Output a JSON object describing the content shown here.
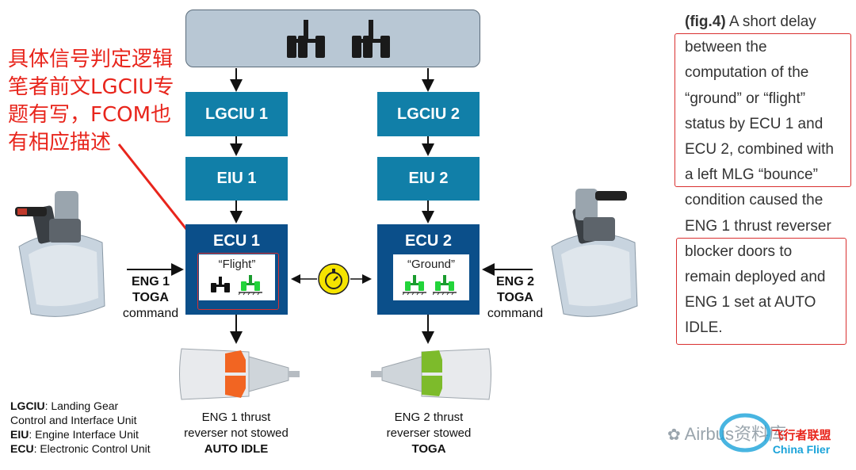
{
  "diagram": {
    "lgciu1": "LGCIU 1",
    "lgciu2": "LGCIU 2",
    "eiu1": "EIU 1",
    "eiu2": "EIU 2",
    "ecu1": {
      "title": "ECU 1",
      "status": "“Flight”"
    },
    "ecu2": {
      "title": "ECU 2",
      "status": "“Ground”"
    },
    "eng1_cmd": {
      "line1": "ENG 1",
      "line2": "TOGA",
      "line3": "command"
    },
    "eng2_cmd": {
      "line1": "ENG 2",
      "line2": "TOGA",
      "line3": "command"
    },
    "eng1_result": {
      "line1": "ENG 1 thrust",
      "line2": "reverser not stowed",
      "line3": "AUTO IDLE"
    },
    "eng2_result": {
      "line1": "ENG 2 thrust",
      "line2": "reverser stowed",
      "line3": "TOGA"
    },
    "legend": [
      {
        "abbr": "LGCIU",
        "desc": ": Landing Gear"
      },
      {
        "abbr": "",
        "desc": "Control and Interface Unit"
      },
      {
        "abbr": "EIU",
        "desc": ": Engine Interface Unit"
      },
      {
        "abbr": "ECU",
        "desc": ": Electronic Control Unit"
      }
    ]
  },
  "annotation_cn": [
    "具体信号判定逻辑",
    "笔者前文LGCIU专",
    "题有写，FCOM也",
    "有相应描述"
  ],
  "caption": {
    "label": "(fig.4)",
    "lines": [
      " A short delay",
      "between the",
      "computation of the",
      "“ground” or “flight”",
      "status by ECU 1 and",
      "ECU 2, combined with",
      "a left MLG “bounce”",
      "condition caused the",
      "ENG 1 thrust reverser",
      "blocker doors to",
      "remain deployed and",
      "ENG 1 set at AUTO",
      "IDLE."
    ]
  },
  "watermark": {
    "left": "Airbus资料库",
    "right_cn": "飞行者联盟",
    "right_en": "China Flier"
  },
  "colors": {
    "teal": "#117fa8",
    "navy": "#0b4f8a",
    "annotation": "#e8251c",
    "reverser_open": "#f26522",
    "reverser_stowed": "#7dbb2b"
  }
}
